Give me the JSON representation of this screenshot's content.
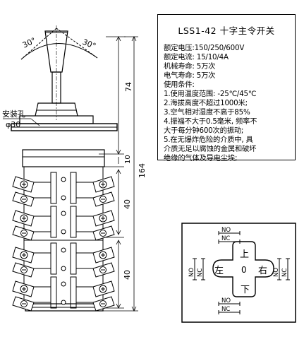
{
  "title": "LSS1-42 十字主令开关",
  "specs": [
    "额定电压:150/250/600V",
    "额定电流: 15/10/4A",
    "机械寿命: 5万次",
    "电气寿命: 5万次",
    "使用条件:",
    "1.使用温度范围: -25℃/45℃",
    "2.海拔高度不超过1000米;",
    "3.空气相对湿度不高于85%",
    "4.振福不大于0.5毫米, 频率不",
    "大于每分钟600次的振动;",
    "5.在无爆炸危险的介质中, 具",
    "介质无足以腐蚀的金属和破坏",
    "绝缘的气体及导电尘埃;"
  ],
  "drawing": {
    "angle_left": "30°",
    "angle_right": "30°",
    "mount_hole_label": "安装孔",
    "mount_hole_dia": "φ30",
    "dim_74": "74",
    "dim_164": "164",
    "dim_10": "10",
    "dim_40_upper": "40",
    "dim_40_lower": "40"
  },
  "switch_diagram": {
    "up": "上",
    "down": "下",
    "left": "左",
    "right": "右",
    "center": "0",
    "contact_label_top": "NO",
    "contact_label_bottom": "NC"
  }
}
